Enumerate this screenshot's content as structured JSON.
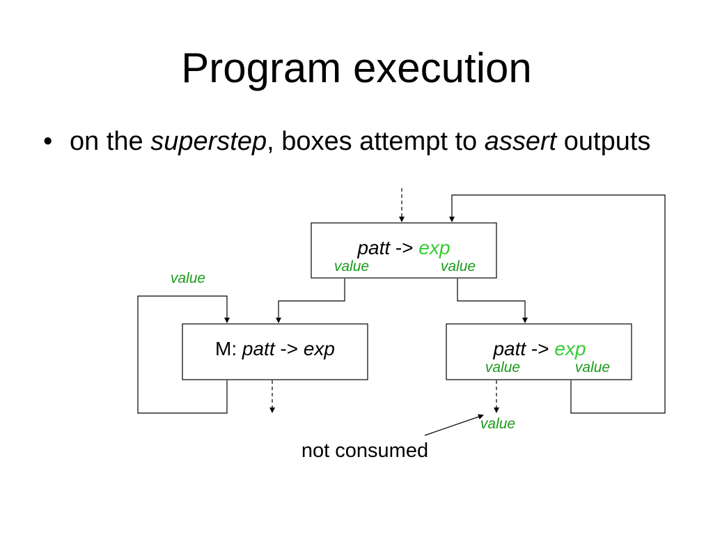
{
  "slide": {
    "title": "Program execution"
  },
  "bullet": {
    "symbol": "•",
    "part1": "on the ",
    "emphasis1": "superstep",
    "part2": ", boxes attempt to ",
    "emphasis2": "assert",
    "part3": " outputs"
  },
  "diagram": {
    "top_box": {
      "patt": "patt",
      "arrow": " -> ",
      "exp": "exp",
      "output_left": "value",
      "output_right": "value"
    },
    "left_box": {
      "prefix": "M: ",
      "patt": "patt",
      "arrow": " -> ",
      "exp": "exp"
    },
    "right_box": {
      "patt": "patt",
      "arrow": " -> ",
      "exp": "exp",
      "output_left": "value",
      "output_right": "value"
    },
    "feedback_label": "value",
    "unconsumed_label": "value",
    "callout": "not consumed"
  },
  "colors": {
    "value_label": "#1a9a1a",
    "exp_text": "#33cc33",
    "lines": "#000000"
  }
}
